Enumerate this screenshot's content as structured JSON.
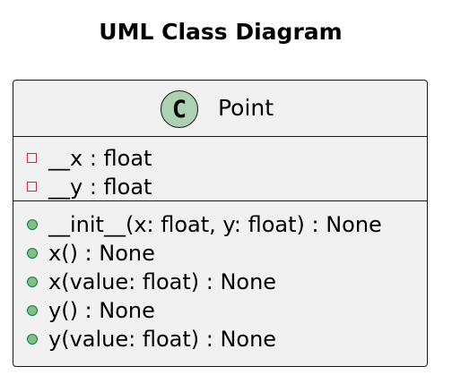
{
  "title": "UML Class Diagram",
  "class": {
    "stereotype_letter": "C",
    "stereotype_color": "#add1b2",
    "name": "Point",
    "fields": [
      {
        "visibility": "private",
        "text": "__x : float"
      },
      {
        "visibility": "private",
        "text": "__y : float"
      }
    ],
    "methods": [
      {
        "visibility": "public",
        "text": "__init__(x: float, y: float) : None"
      },
      {
        "visibility": "public",
        "text": "x() : None"
      },
      {
        "visibility": "public",
        "text": "x(value: float) : None"
      },
      {
        "visibility": "public",
        "text": "y() : None"
      },
      {
        "visibility": "public",
        "text": "y(value: float) : None"
      }
    ]
  },
  "colors": {
    "box_fill": "#f1f1f1",
    "border": "#181818",
    "private_marker": "#c82930",
    "public_marker_fill": "#84be84",
    "public_marker_border": "#038048"
  }
}
